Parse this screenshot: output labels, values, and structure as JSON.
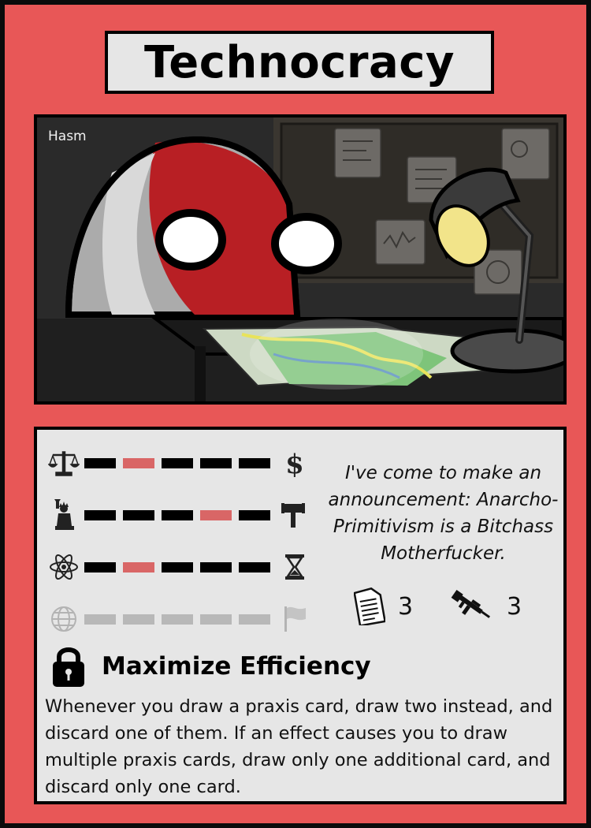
{
  "card": {
    "title": "Technocracy",
    "artist": "Hasm"
  },
  "axes": [
    {
      "left_icon": "scales-icon",
      "right_icon": "dollar-icon",
      "selected_index": 1,
      "enabled": true
    },
    {
      "left_icon": "liberty-statue-icon",
      "right_icon": "gavel-icon",
      "selected_index": 3,
      "enabled": true
    },
    {
      "left_icon": "atom-icon",
      "right_icon": "hourglass-icon",
      "selected_index": 1,
      "enabled": true
    },
    {
      "left_icon": "globe-icon",
      "right_icon": "flag-icon",
      "selected_index": null,
      "enabled": false
    }
  ],
  "quote": "I've come to make an announcement: Anarcho-Primitivism is a Bitchass Motherfucker.",
  "stats": {
    "document": {
      "icon": "document-icon",
      "value": "3"
    },
    "rifle": {
      "icon": "rifle-icon",
      "value": "3"
    }
  },
  "ability": {
    "icon": "padlock-icon",
    "name": "Maximize Efficiency",
    "text": "Whenever you draw a praxis card, draw two instead, and discard one of them. If an effect causes you to draw multiple praxis cards, draw only one additional card, and discard only one card."
  },
  "colors": {
    "card_red": "#e85757",
    "segment_dark": "#000000",
    "segment_selected": "#d96666",
    "segment_disabled": "#b8b8b8",
    "panel_grey": "#e6e6e6"
  }
}
